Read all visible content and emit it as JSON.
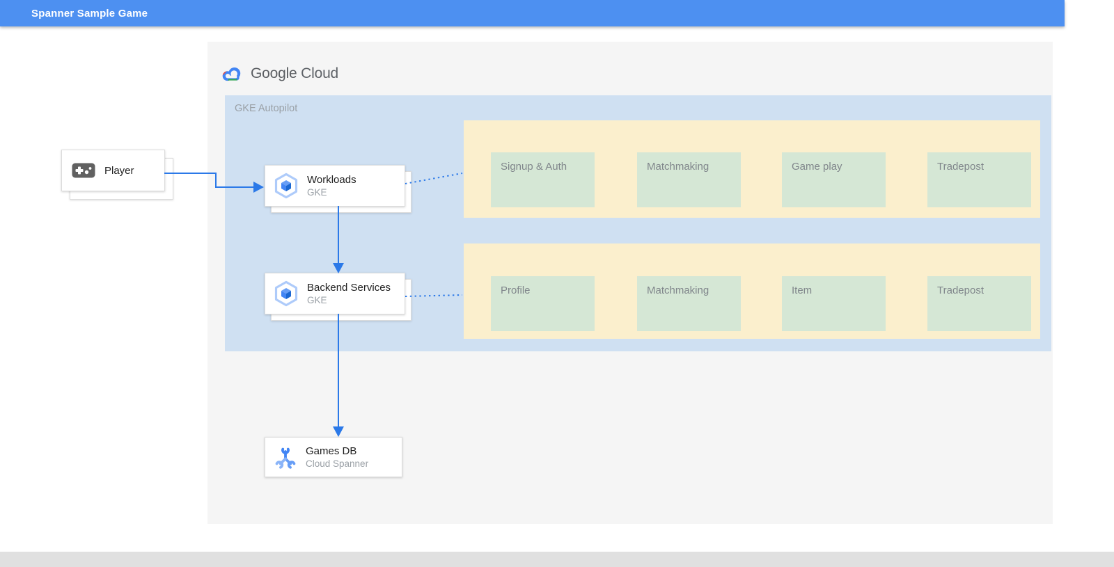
{
  "header": {
    "title": "Spanner Sample Game"
  },
  "logo": {
    "google": "Google",
    "cloud": " Cloud"
  },
  "gke_container": {
    "label": "GKE Autopilot"
  },
  "nodes": {
    "player": {
      "label": "Player"
    },
    "workloads": {
      "title": "Workloads",
      "subtitle": "GKE"
    },
    "backend": {
      "title": "Backend Services",
      "subtitle": "GKE"
    },
    "gamesdb": {
      "title": "Games DB",
      "subtitle": "Cloud Spanner"
    }
  },
  "groups": [
    {
      "items": [
        {
          "label": "Signup & Auth"
        },
        {
          "label": "Matchmaking"
        },
        {
          "label": "Game play"
        },
        {
          "label": "Tradepost"
        }
      ]
    },
    {
      "items": [
        {
          "label": "Profile"
        },
        {
          "label": "Matchmaking"
        },
        {
          "label": "Item"
        },
        {
          "label": "Tradepost"
        }
      ]
    }
  ],
  "colors": {
    "header_bg": "#4d90f1",
    "connector_blue": "#2b79e8",
    "gke_container_bg": "#cfe0f2",
    "service_group_bg": "#fbefcd",
    "service_box_bg": "#d5e7d5",
    "canvas_bg": "#f5f5f5",
    "footer_bg": "#e0e0e0"
  }
}
